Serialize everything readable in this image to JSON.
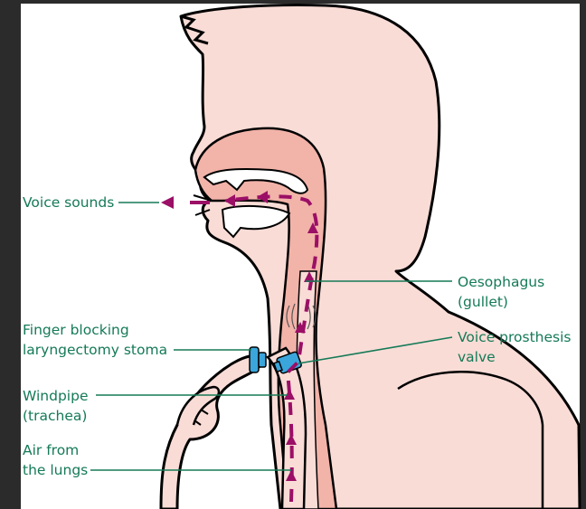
{
  "labels": {
    "voice_sounds": "Voice sounds",
    "oesophagus_line1": "Oesophagus",
    "oesophagus_line2": "(gullet)",
    "finger_line1": "Finger blocking",
    "finger_line2": "laryngectomy stoma",
    "prosthesis_line1": "Voice prosthesis",
    "prosthesis_line2": "valve",
    "windpipe_line1": "Windpipe",
    "windpipe_line2": "(trachea)",
    "air_line1": "Air from",
    "air_line2": "the lungs"
  },
  "colors": {
    "background": "#2b2b2b",
    "panel": "#ffffff",
    "skin": "#f9dcd6",
    "tissue": "#f2b3a9",
    "airflow": "#9b0f66",
    "label_text": "#157a57",
    "valve": "#3aa6dc"
  }
}
